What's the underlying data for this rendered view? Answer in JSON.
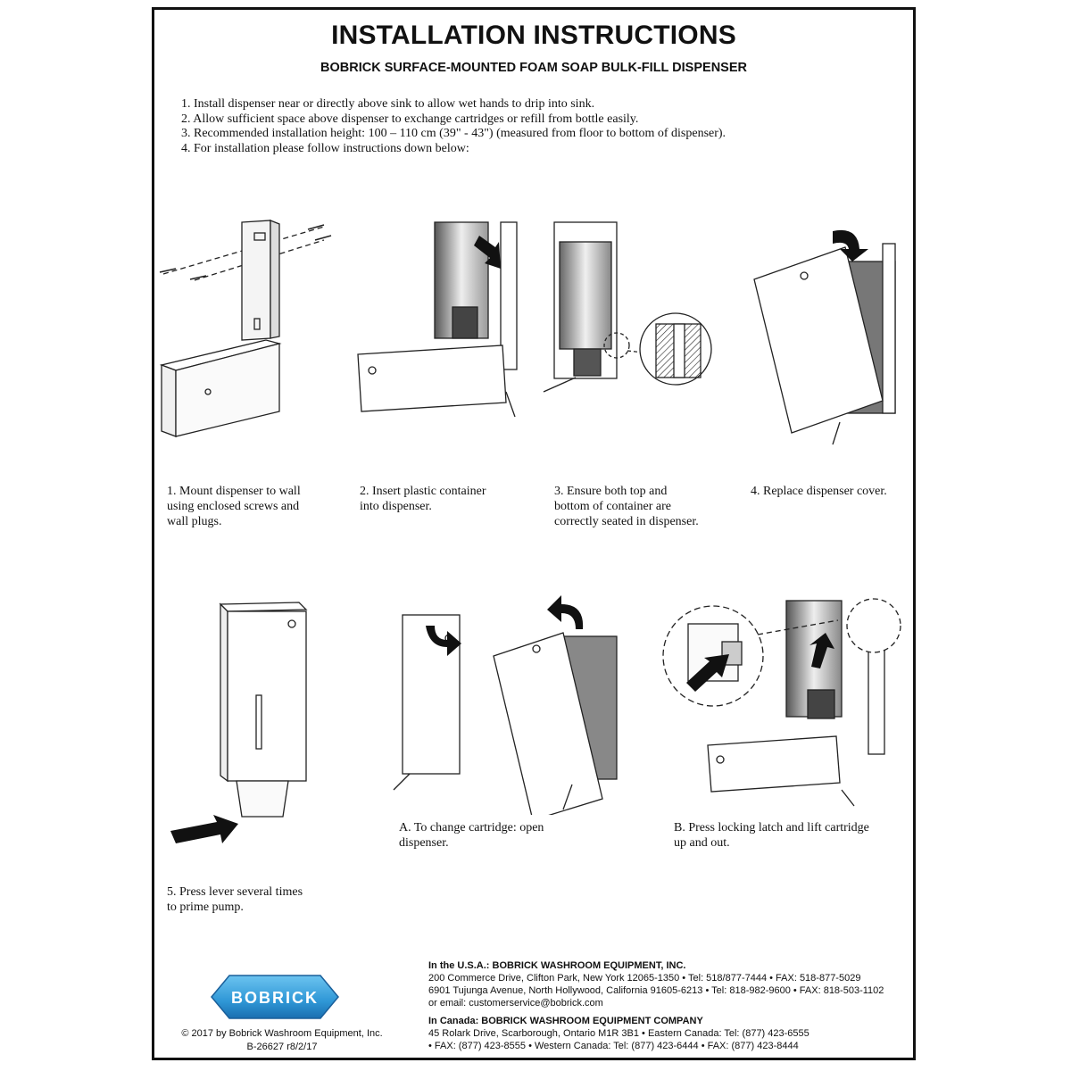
{
  "header": {
    "title": "INSTALLATION INSTRUCTIONS",
    "subtitle": "BOBRICK SURFACE-MOUNTED FOAM SOAP BULK-FILL DISPENSER"
  },
  "intro": [
    "1. Install dispenser near or directly above sink to allow wet hands to drip into sink.",
    "2. Allow sufficient space above dispenser to exchange cartridges or refill from bottle easily.",
    "3. Recommended installation height: 100 – 110 cm (39\" - 43\") (measured from floor to bottom of dispenser).",
    "4. For installation please follow instructions down below:"
  ],
  "steps": {
    "s1": "1. Mount dispenser to wall\nusing enclosed screws and\nwall plugs.",
    "s2": "2. Insert plastic container\ninto dispenser.",
    "s3": "3. Ensure both top and\nbottom of container are\ncorrectly seated in dispenser.",
    "s4": "4. Replace dispenser cover.",
    "s5": "5. Press lever several times\nto prime pump.",
    "sA": "A. To change cartridge: open\ndispenser.",
    "sB": "B. Press locking latch and lift cartridge\nup and out."
  },
  "contact": {
    "usa_heading": "In the U.S.A.: BOBRICK WASHROOM EQUIPMENT, INC.",
    "usa_line1": "200 Commerce Drive, Clifton Park, New York 12065-1350 • Tel: 518/877-7444 • FAX: 518-877-5029",
    "usa_line2": "6901 Tujunga Avenue, North Hollywood, California 91605-6213 • Tel: 818-982-9600 • FAX: 818-503-1102",
    "usa_line3": "or email: customerservice@bobrick.com",
    "canada_heading": "In Canada: BOBRICK WASHROOM EQUIPMENT COMPANY",
    "canada_line1": "45 Rolark Drive, Scarborough, Ontario M1R 3B1 • Eastern Canada: Tel: (877) 423-6555",
    "canada_line2": "• FAX: (877) 423-8555 • Western Canada: Tel: (877) 423-6444 • FAX: (877) 423-8444"
  },
  "logo": {
    "text": "BOBRICK",
    "color": "#3aa6e0"
  },
  "footer": {
    "copyright": "© 2017 by Bobrick Washroom Equipment, Inc.",
    "doc_number": "B-26627    r8/2/17"
  }
}
